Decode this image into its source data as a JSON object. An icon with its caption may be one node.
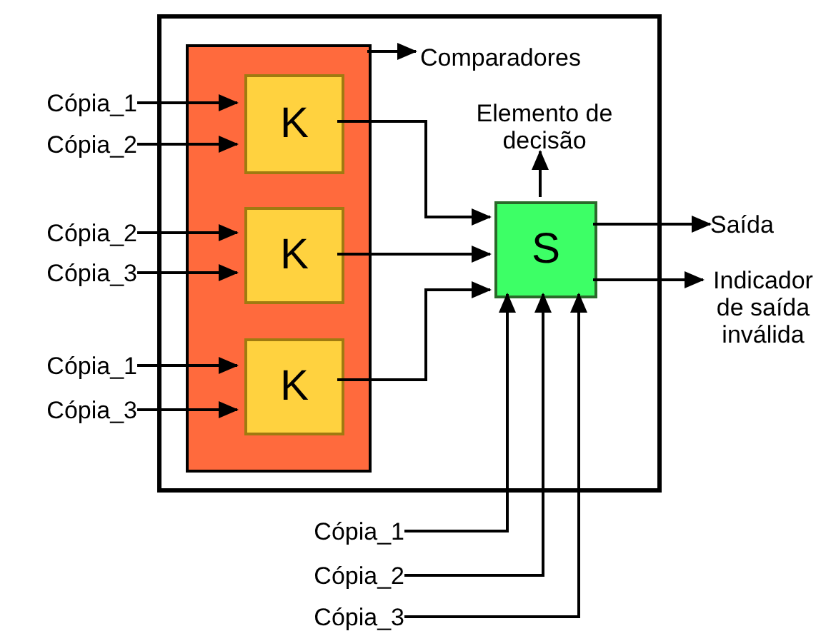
{
  "diagram": {
    "nodes": [
      {
        "text": [],
        "shape": "box"
      },
      {
        "text": [],
        "shape": "box",
        "in": 0
      },
      {
        "text": [
          "K"
        ],
        "in": 1
      },
      {
        "text": [
          "K"
        ],
        "in": 1
      },
      {
        "text": [
          "K"
        ],
        "in": 1
      },
      {
        "text": [
          "S"
        ],
        "in": 0
      },
      {
        "text": [
          "Comparadores"
        ],
        "in": 0
      },
      {
        "text": [
          "Elemento de decisão"
        ],
        "in": 0
      },
      {
        "text": [
          "Saída"
        ]
      },
      {
        "text": [
          "Indicador de saída inválida"
        ]
      },
      {
        "text": [
          "Cópia_1"
        ]
      },
      {
        "text": [
          "Cópia_2"
        ]
      },
      {
        "text": [
          "Cópia_2"
        ]
      },
      {
        "text": [
          "Cópia_3"
        ]
      },
      {
        "text": [
          "Cópia_1"
        ]
      },
      {
        "text": [
          "Cópia_3"
        ]
      },
      {
        "text": [
          "Cópia_1"
        ]
      },
      {
        "text": [
          "Cópia_2"
        ]
      },
      {
        "text": [
          "Cópia_3"
        ]
      }
    ],
    "edges": [
      {
        "from": 10,
        "to": 2,
        "arrow": "to"
      },
      {
        "from": 11,
        "to": 2,
        "arrow": "to"
      },
      {
        "from": 12,
        "to": 3,
        "arrow": "to"
      },
      {
        "from": 13,
        "to": 3,
        "arrow": "to"
      },
      {
        "from": 14,
        "to": 4,
        "arrow": "to"
      },
      {
        "from": 15,
        "to": 4,
        "arrow": "to"
      },
      {
        "from": 2,
        "to": 5,
        "arrow": "to"
      },
      {
        "from": 3,
        "to": 5,
        "arrow": "to"
      },
      {
        "from": 4,
        "to": 5,
        "arrow": "to"
      },
      {
        "from": 5,
        "to": 7,
        "arrow": "to"
      },
      {
        "from": 5,
        "to": 8,
        "arrow": "to"
      },
      {
        "from": 5,
        "to": 9,
        "arrow": "to"
      },
      {
        "from": 16,
        "to": 5,
        "arrow": "to"
      },
      {
        "from": 17,
        "to": 5,
        "arrow": "to"
      },
      {
        "from": 18,
        "to": 5,
        "arrow": "to"
      },
      {
        "from": 1,
        "to": 6,
        "arrow": "to"
      }
    ]
  }
}
